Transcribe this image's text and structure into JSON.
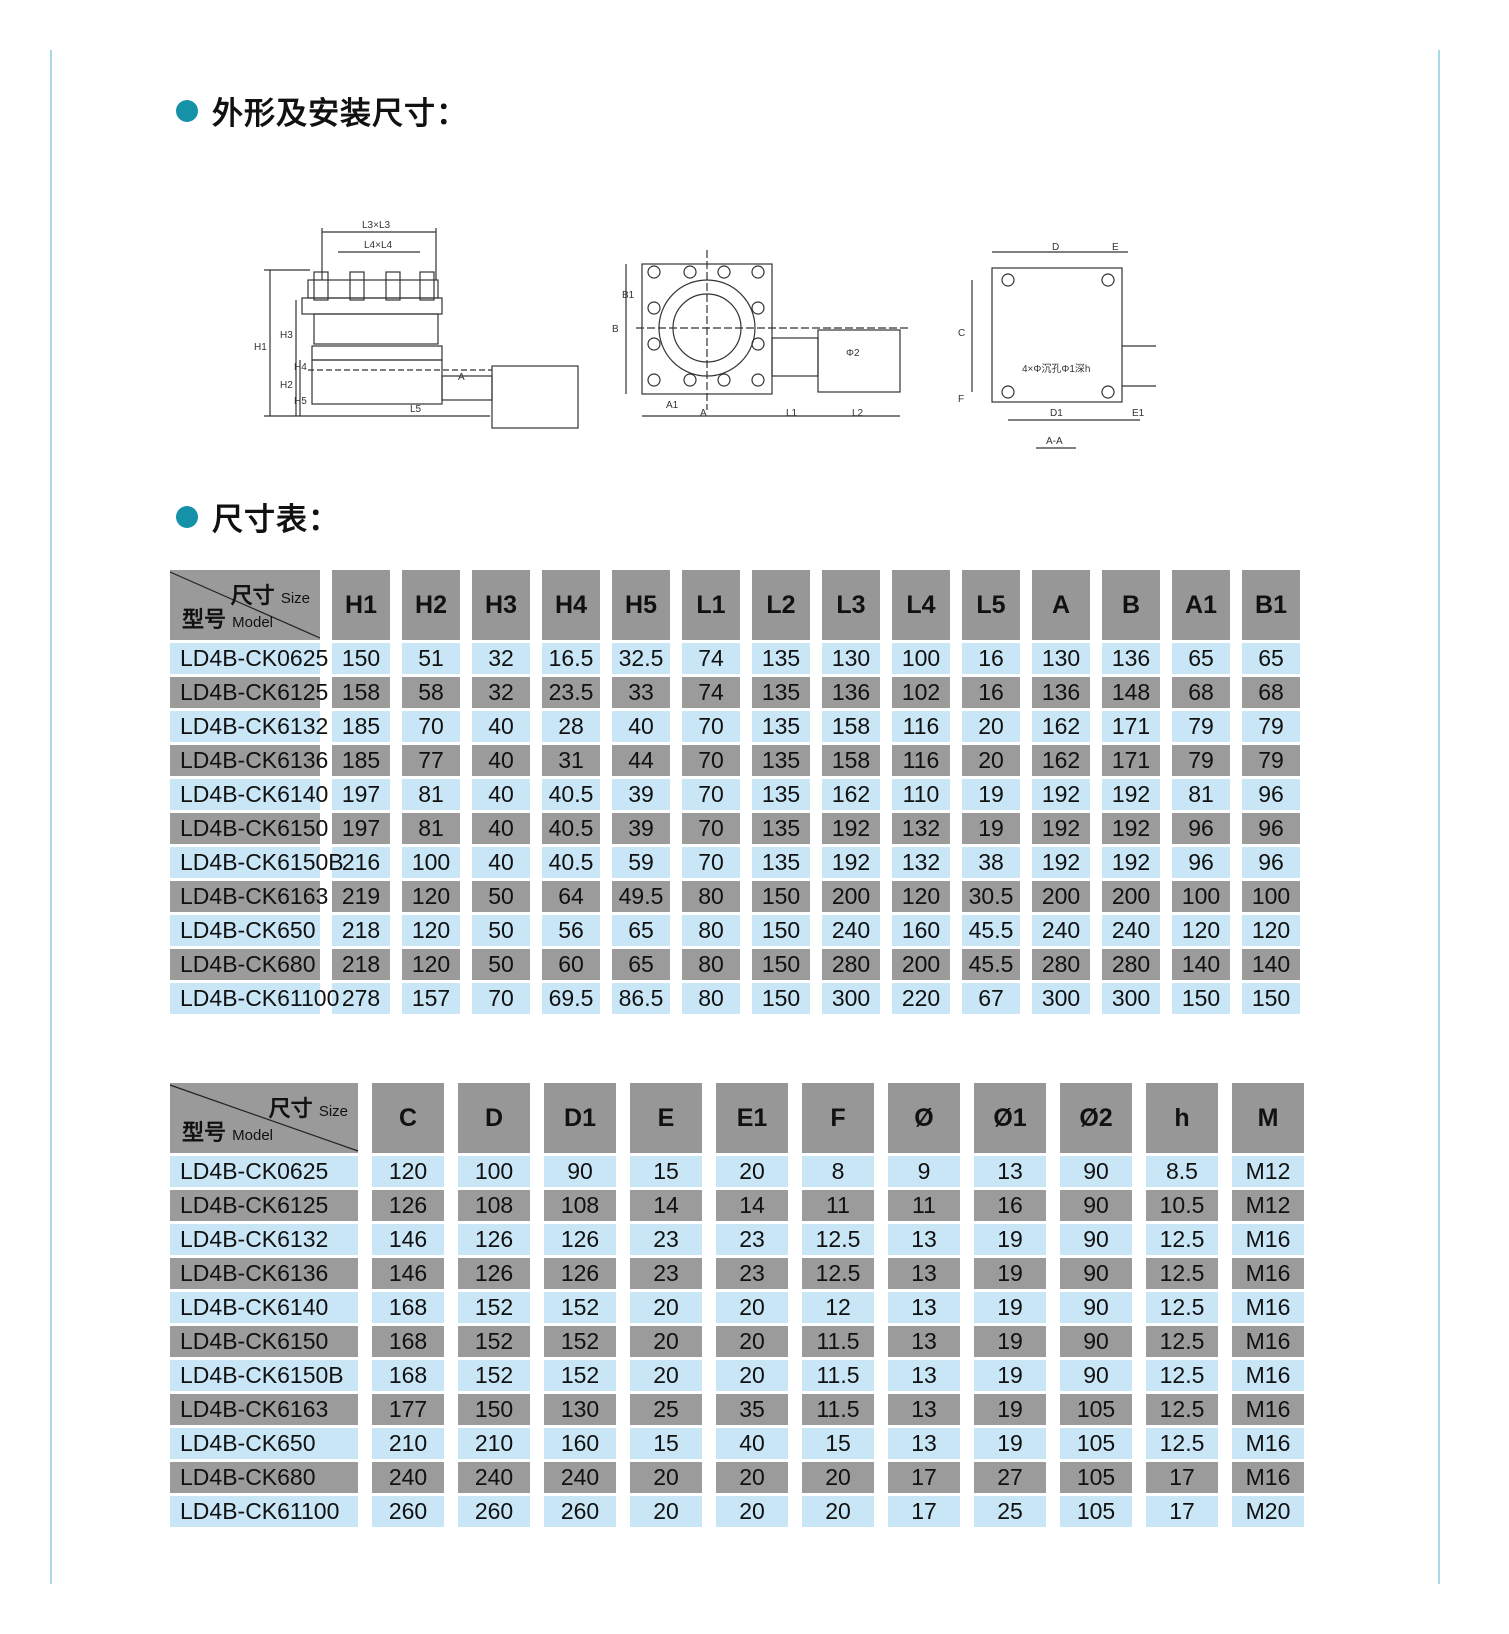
{
  "heading1": "外形及安装尺寸：",
  "heading2": "尺寸表：",
  "corner": {
    "size": "尺寸",
    "size_en": "Size",
    "model": "型号",
    "model_en": "Model"
  },
  "drawing_labels": {
    "front": [
      "L3×L3",
      "L4×L4",
      "H1",
      "H3",
      "H4",
      "H2",
      "H5",
      "A",
      "L5"
    ],
    "top": [
      "B1",
      "B",
      "A1",
      "A",
      "L1",
      "L2",
      "Φ2"
    ],
    "section": [
      "D",
      "E",
      "C",
      "F",
      "D1",
      "E1",
      "4×Φ沉孔Φ1深h",
      "A-A"
    ]
  },
  "table1": {
    "headers": [
      "H1",
      "H2",
      "H3",
      "H4",
      "H5",
      "L1",
      "L2",
      "L3",
      "L4",
      "L5",
      "A",
      "B",
      "A1",
      "B1"
    ],
    "rows": [
      [
        "LD4B-CK0625",
        "150",
        "51",
        "32",
        "16.5",
        "32.5",
        "74",
        "135",
        "130",
        "100",
        "16",
        "130",
        "136",
        "65",
        "65"
      ],
      [
        "LD4B-CK6125",
        "158",
        "58",
        "32",
        "23.5",
        "33",
        "74",
        "135",
        "136",
        "102",
        "16",
        "136",
        "148",
        "68",
        "68"
      ],
      [
        "LD4B-CK6132",
        "185",
        "70",
        "40",
        "28",
        "40",
        "70",
        "135",
        "158",
        "116",
        "20",
        "162",
        "171",
        "79",
        "79"
      ],
      [
        "LD4B-CK6136",
        "185",
        "77",
        "40",
        "31",
        "44",
        "70",
        "135",
        "158",
        "116",
        "20",
        "162",
        "171",
        "79",
        "79"
      ],
      [
        "LD4B-CK6140",
        "197",
        "81",
        "40",
        "40.5",
        "39",
        "70",
        "135",
        "162",
        "110",
        "19",
        "192",
        "192",
        "81",
        "96"
      ],
      [
        "LD4B-CK6150",
        "197",
        "81",
        "40",
        "40.5",
        "39",
        "70",
        "135",
        "192",
        "132",
        "19",
        "192",
        "192",
        "96",
        "96"
      ],
      [
        "LD4B-CK6150B",
        "216",
        "100",
        "40",
        "40.5",
        "59",
        "70",
        "135",
        "192",
        "132",
        "38",
        "192",
        "192",
        "96",
        "96"
      ],
      [
        "LD4B-CK6163",
        "219",
        "120",
        "50",
        "64",
        "49.5",
        "80",
        "150",
        "200",
        "120",
        "30.5",
        "200",
        "200",
        "100",
        "100"
      ],
      [
        "LD4B-CK650",
        "218",
        "120",
        "50",
        "56",
        "65",
        "80",
        "150",
        "240",
        "160",
        "45.5",
        "240",
        "240",
        "120",
        "120"
      ],
      [
        "LD4B-CK680",
        "218",
        "120",
        "50",
        "60",
        "65",
        "80",
        "150",
        "280",
        "200",
        "45.5",
        "280",
        "280",
        "140",
        "140"
      ],
      [
        "LD4B-CK61100",
        "278",
        "157",
        "70",
        "69.5",
        "86.5",
        "80",
        "150",
        "300",
        "220",
        "67",
        "300",
        "300",
        "150",
        "150"
      ]
    ]
  },
  "table2": {
    "headers": [
      "C",
      "D",
      "D1",
      "E",
      "E1",
      "F",
      "Ø",
      "Ø1",
      "Ø2",
      "h",
      "M"
    ],
    "rows": [
      [
        "LD4B-CK0625",
        "120",
        "100",
        "90",
        "15",
        "20",
        "8",
        "9",
        "13",
        "90",
        "8.5",
        "M12"
      ],
      [
        "LD4B-CK6125",
        "126",
        "108",
        "108",
        "14",
        "14",
        "11",
        "11",
        "16",
        "90",
        "10.5",
        "M12"
      ],
      [
        "LD4B-CK6132",
        "146",
        "126",
        "126",
        "23",
        "23",
        "12.5",
        "13",
        "19",
        "90",
        "12.5",
        "M16"
      ],
      [
        "LD4B-CK6136",
        "146",
        "126",
        "126",
        "23",
        "23",
        "12.5",
        "13",
        "19",
        "90",
        "12.5",
        "M16"
      ],
      [
        "LD4B-CK6140",
        "168",
        "152",
        "152",
        "20",
        "20",
        "12",
        "13",
        "19",
        "90",
        "12.5",
        "M16"
      ],
      [
        "LD4B-CK6150",
        "168",
        "152",
        "152",
        "20",
        "20",
        "11.5",
        "13",
        "19",
        "90",
        "12.5",
        "M16"
      ],
      [
        "LD4B-CK6150B",
        "168",
        "152",
        "152",
        "20",
        "20",
        "11.5",
        "13",
        "19",
        "90",
        "12.5",
        "M16"
      ],
      [
        "LD4B-CK6163",
        "177",
        "150",
        "130",
        "25",
        "35",
        "11.5",
        "13",
        "19",
        "105",
        "12.5",
        "M16"
      ],
      [
        "LD4B-CK650",
        "210",
        "210",
        "160",
        "15",
        "40",
        "15",
        "13",
        "19",
        "105",
        "12.5",
        "M16"
      ],
      [
        "LD4B-CK680",
        "240",
        "240",
        "240",
        "20",
        "20",
        "20",
        "17",
        "27",
        "105",
        "17",
        "M16"
      ],
      [
        "LD4B-CK61100",
        "260",
        "260",
        "260",
        "20",
        "20",
        "20",
        "17",
        "25",
        "105",
        "17",
        "M20"
      ]
    ]
  }
}
